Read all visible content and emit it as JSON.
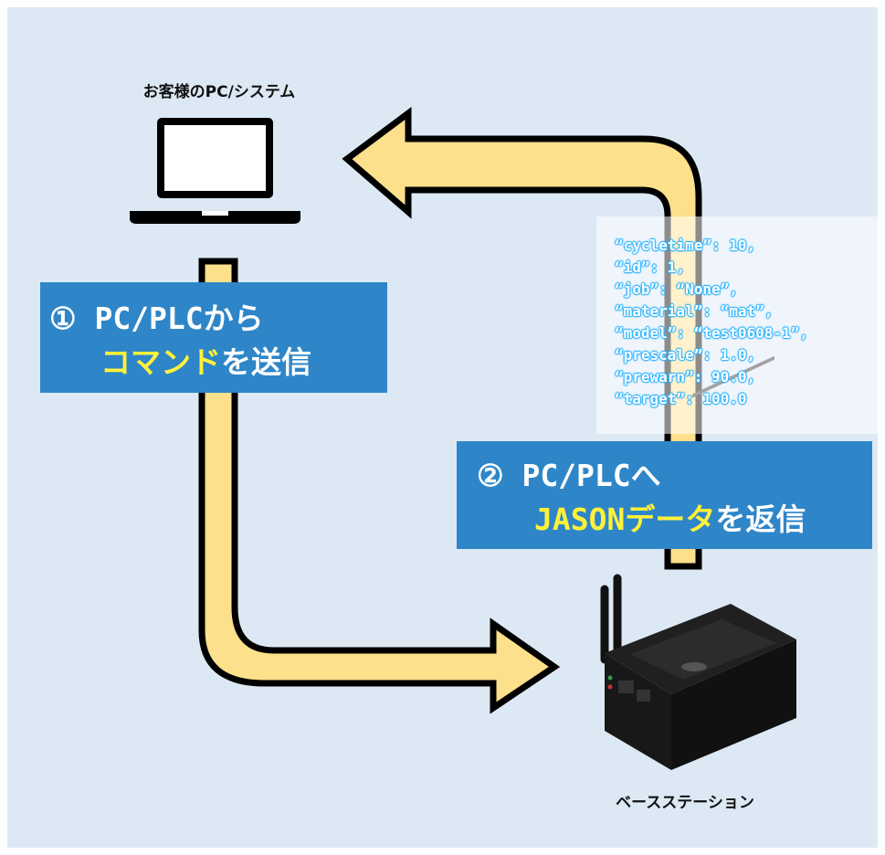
{
  "pc_label": "お客様のPC/システム",
  "station_label": "ベースステーション",
  "step1": {
    "line1": "① PC/PLCから",
    "highlight": "コマンド",
    "rest": "を送信"
  },
  "step2": {
    "line1": "② PC/PLCへ",
    "highlight": "JASONデータ",
    "rest": "を返信"
  },
  "json_lines": [
    "“cycletime”: 10,",
    "“id”: 1,",
    "“job”: “None”,",
    "“material”: “mat”,",
    "“model”: “test0608-1”,",
    "“prescale”: 1.0,",
    "“prewarn”: 90.0,",
    "“target”: 100.0"
  ],
  "colors": {
    "background": "#dce9f5",
    "arrow_fill": "#fde08c",
    "label_box": "#2e86c8",
    "highlight_text": "#fff13a",
    "json_glow": "#2ab2ff"
  },
  "icons": {
    "pc": "laptop-icon",
    "station": "router-device-icon"
  }
}
